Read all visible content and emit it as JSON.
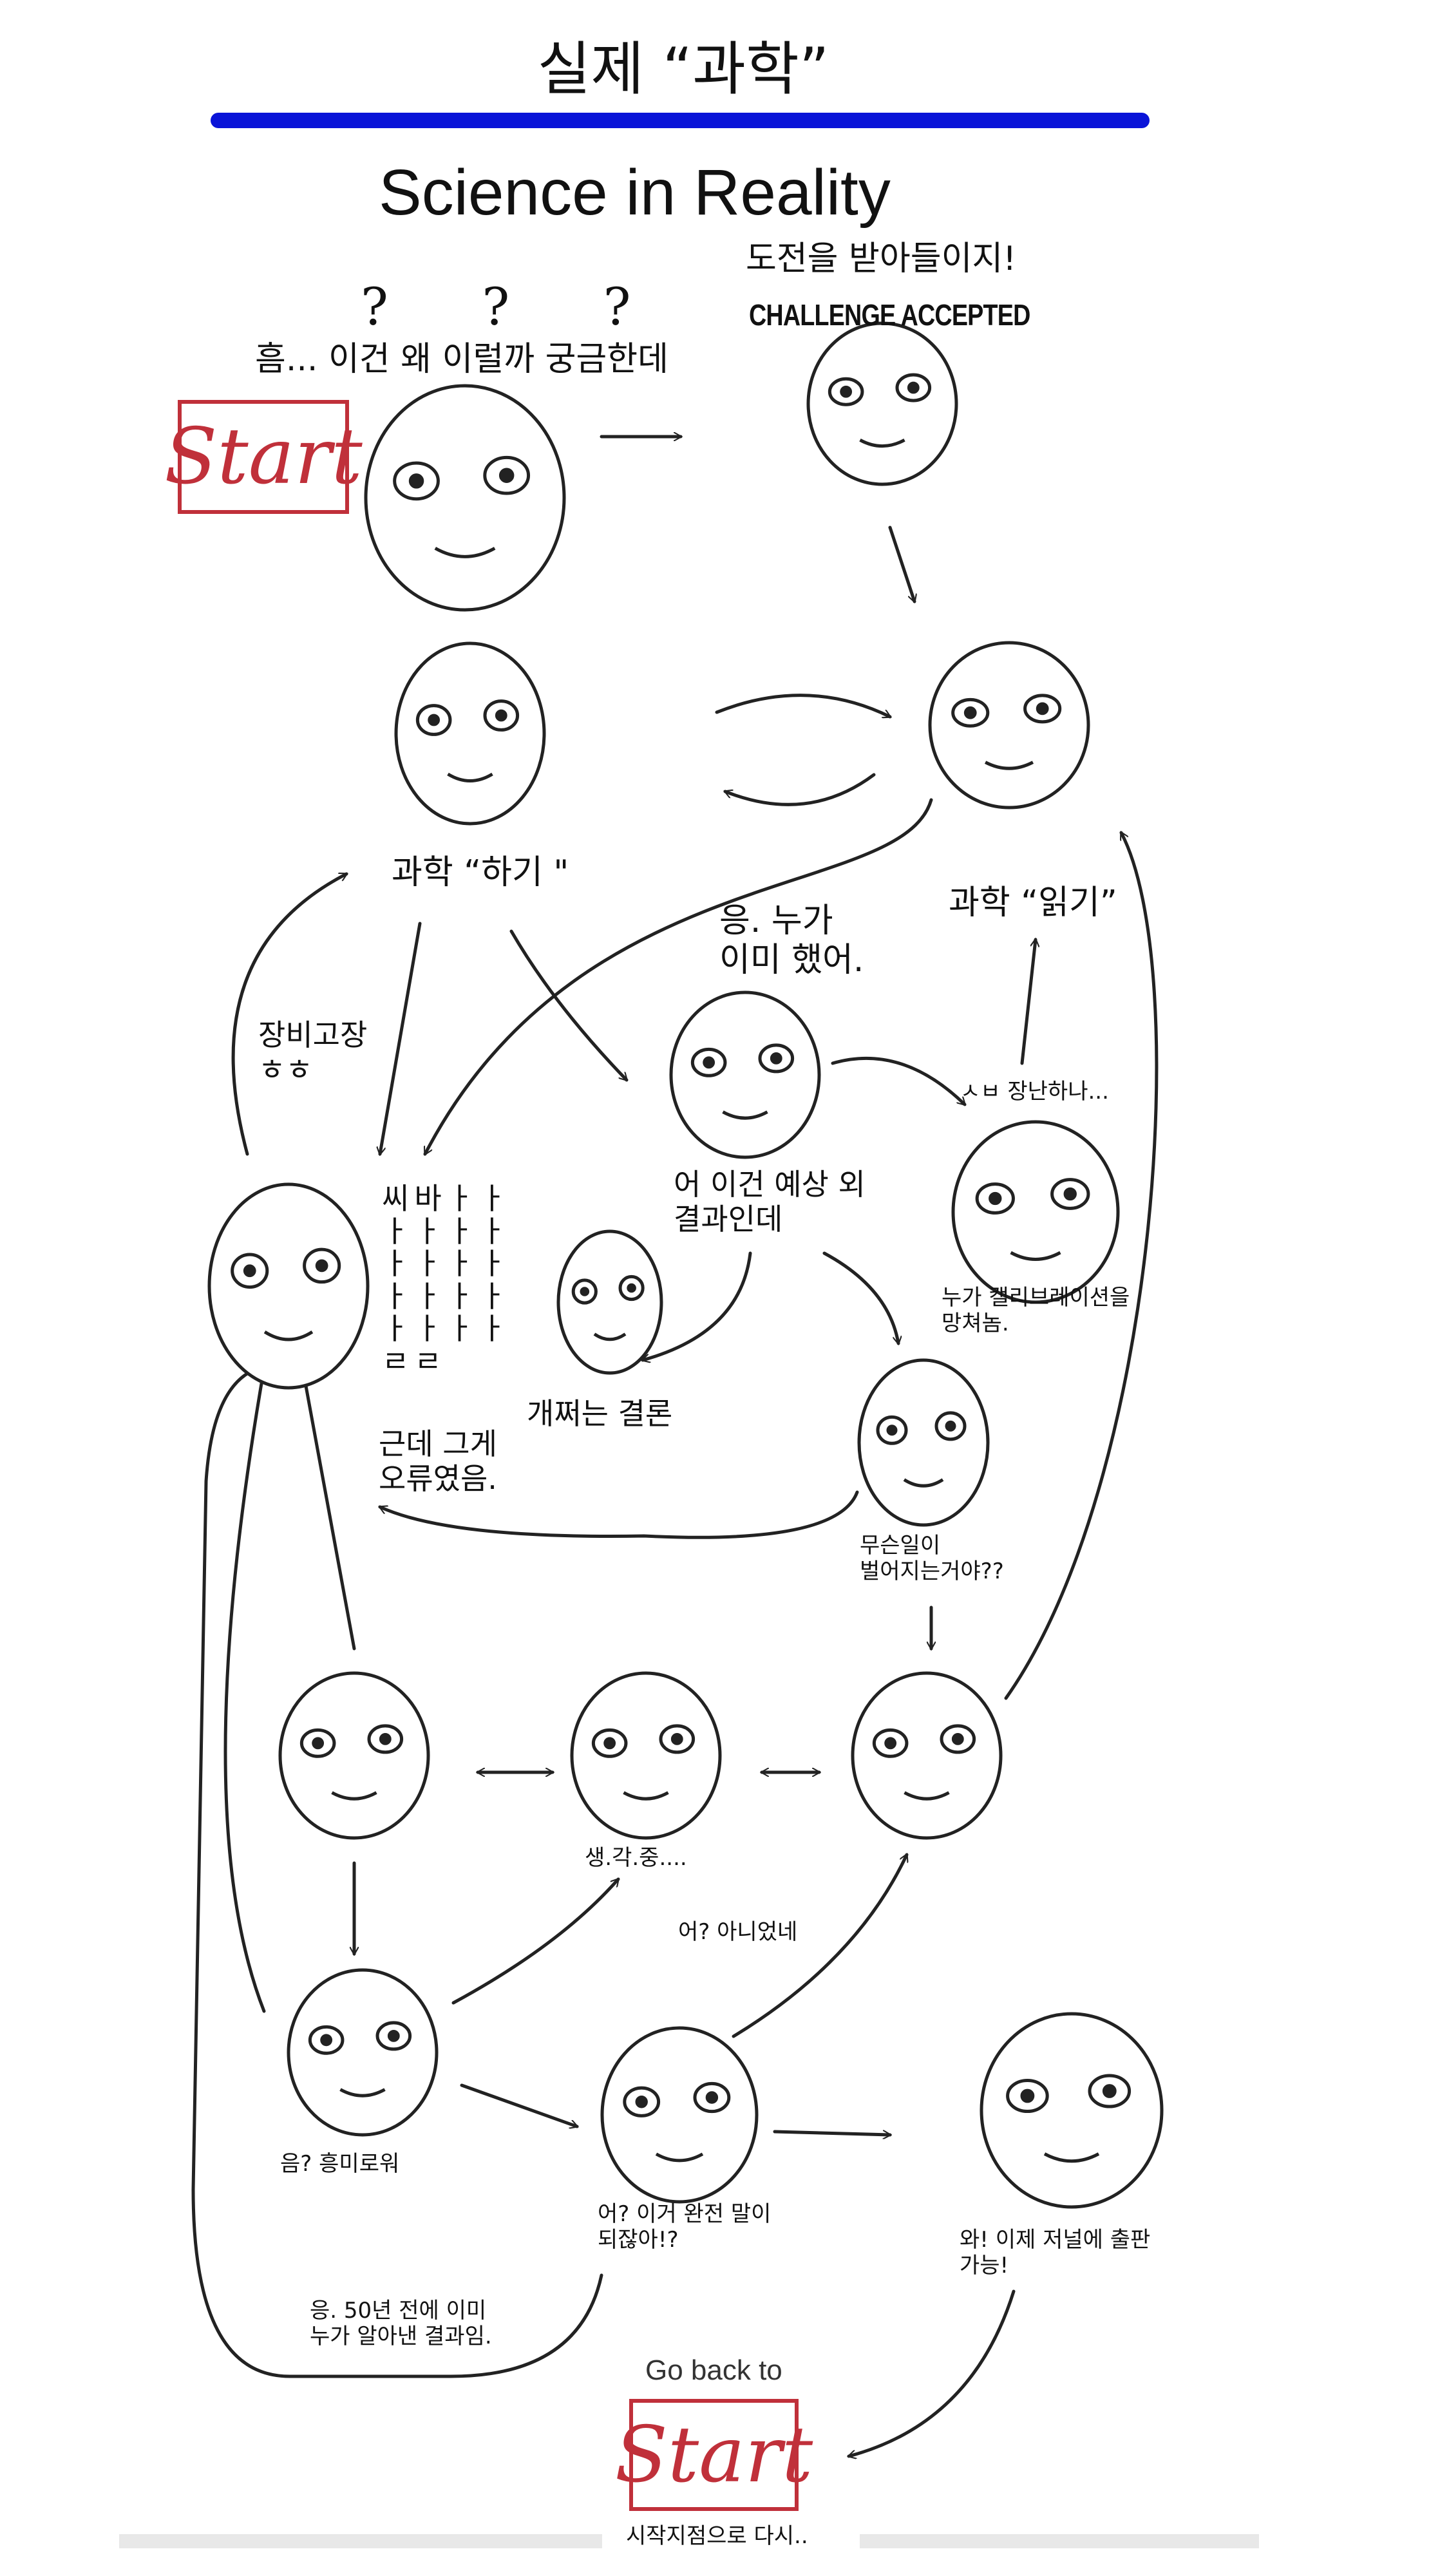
{
  "title": "실제 “과학”",
  "accent_bar_color": "#0a14d8",
  "subtitle": "Science in Reality",
  "start_color": "#c0303a",
  "nodes": {
    "curious": {
      "text": "흠... 이건 왜 이럴까 궁금한데",
      "marks": "? ? ?"
    },
    "start": {
      "label": "Start"
    },
    "challenge": {
      "text": "도전을 받아들이지!",
      "caption": "CHALLENGE ACCEPTED"
    },
    "doing": {
      "text": "과학 “하기 \""
    },
    "reading": {
      "text": "과학 “읽기”"
    },
    "already_done": {
      "text": "응. 누가\n이미 했어."
    },
    "broken": {
      "text": "장비고장\nㅎㅎ"
    },
    "rage": {
      "text": "씨바ㅏㅏ\nㅏㅏㅏㅏ\nㅏㅏㅏㅏ\nㅏㅏㅏㅏ\nㅏㅏㅏㅏ\nㄹㄹ"
    },
    "kidding": {
      "text": "ㅅㅂ 장난하나..."
    },
    "calibration": {
      "text": "누가 캘리브레이션을\n망쳐놈."
    },
    "unexpected": {
      "text": "어 이건 예상 외\n결과인데"
    },
    "awesome": {
      "text": "개쩌는 결론"
    },
    "error": {
      "text": "근데 그게\n오류였음."
    },
    "what": {
      "text": "무슨일이\n벌어지는거야??"
    },
    "thinking": {
      "text": "생.각.중...."
    },
    "not_it": {
      "text": "어? 아니었네"
    },
    "interesting": {
      "text": "음? 흥미로워"
    },
    "makes_sense": {
      "text": "어? 이거 완전 말이\n되잖아!?"
    },
    "publish": {
      "text": "와! 이제 저널에 출판\n가능!"
    },
    "fifty_years": {
      "text": "응. 50년 전에 이미\n누가 알아낸 결과임."
    },
    "go_back": {
      "text": "Go back to",
      "label": "Start",
      "subtext": "시작지점으로 다시.."
    }
  }
}
